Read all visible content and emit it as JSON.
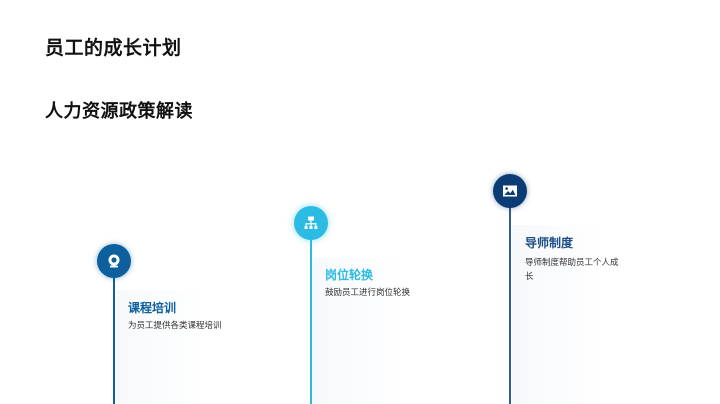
{
  "header": {
    "title": "员工的成长计划",
    "subtitle": "人力资源政策解读"
  },
  "timeline": {
    "items": [
      {
        "icon": "webcam-icon",
        "title": "课程培训",
        "description": "为员工提供各类课程培训",
        "color": "#0e5f9e"
      },
      {
        "icon": "sitemap-icon",
        "title": "岗位轮换",
        "description": "鼓励员工进行岗位轮换",
        "color": "#2bbbe3"
      },
      {
        "icon": "image-icon",
        "title": "导师制度",
        "description": "导师制度帮助员工个人成长",
        "color": "#0c3c74"
      }
    ]
  }
}
